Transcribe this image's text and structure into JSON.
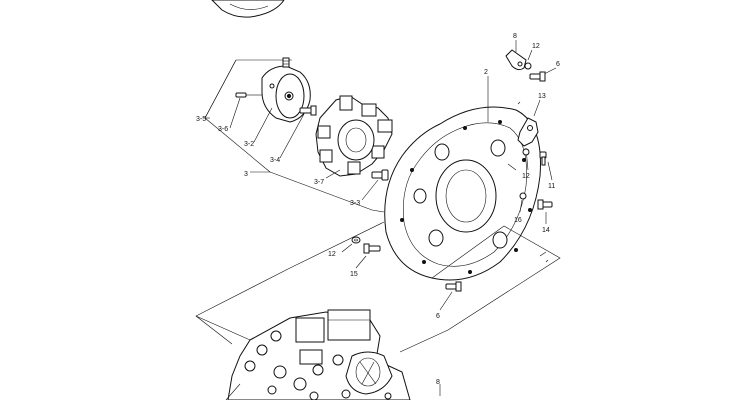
{
  "labels": {
    "l_3_5": "3-5",
    "l_3_6": "3-6",
    "l_3_2": "3-2",
    "l_3_4": "3-4",
    "l_3": "3",
    "l_3_7": "3-7",
    "l_3_3": "3-3",
    "l_2": "2",
    "l_8": "8",
    "l_12a": "12",
    "l_6a": "6",
    "l_13": "13",
    "l_12b": "12",
    "l_11": "11",
    "l_16": "16",
    "l_14": "14",
    "l_12c": "12",
    "l_15": "15",
    "l_6b": "6",
    "l_8b": "8"
  }
}
